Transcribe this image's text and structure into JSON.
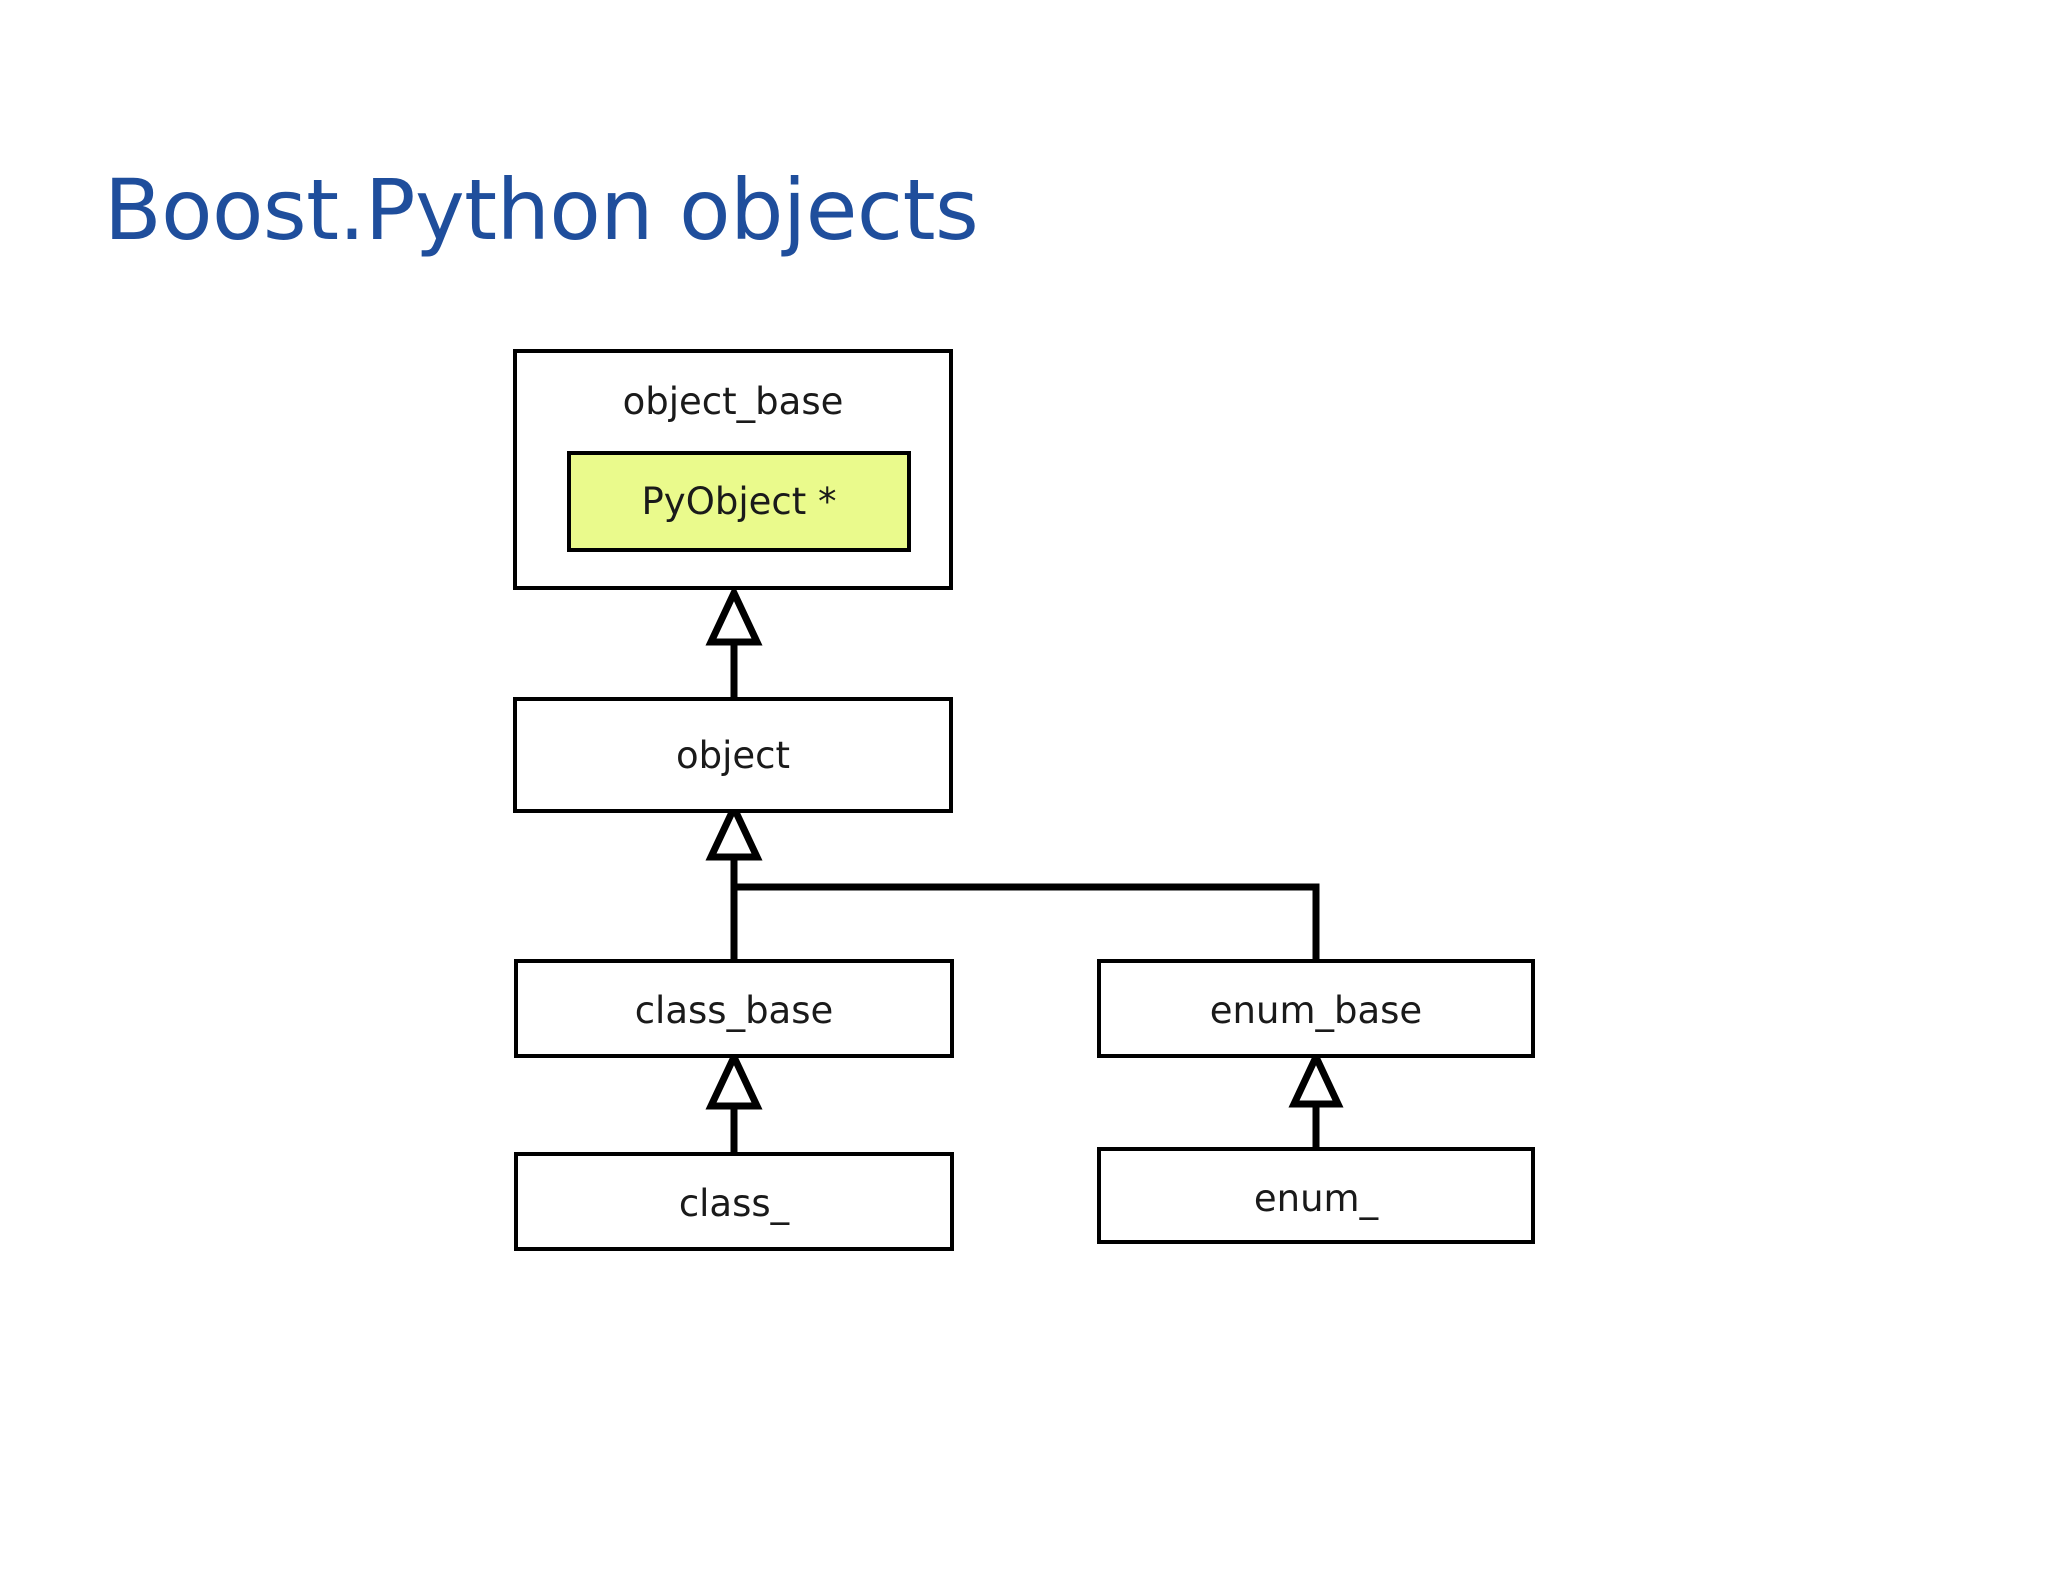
{
  "slide": {
    "title": "Boost.Python objects",
    "title_color": "#1f4e9c",
    "background_color": "#ffffff"
  },
  "diagram": {
    "kind": "uml-class-inheritance",
    "line_color": "#000000",
    "box_fill": "#ffffff",
    "highlight_fill": "#eafa8c",
    "classes": [
      {
        "id": "object_base",
        "label": "object_base",
        "members": [
          {
            "id": "pyobject_ptr",
            "label": "PyObject *",
            "highlight": true
          }
        ]
      },
      {
        "id": "object",
        "label": "object",
        "members": []
      },
      {
        "id": "class_base",
        "label": "class_base",
        "members": []
      },
      {
        "id": "enum_base",
        "label": "enum_base",
        "members": []
      },
      {
        "id": "class_",
        "label": "class_",
        "members": []
      },
      {
        "id": "enum_",
        "label": "enum_",
        "members": []
      }
    ],
    "generalizations": [
      {
        "from": "object",
        "to": "object_base"
      },
      {
        "from": "class_base",
        "to": "object"
      },
      {
        "from": "enum_base",
        "to": "object"
      },
      {
        "from": "class_",
        "to": "class_base"
      },
      {
        "from": "enum_",
        "to": "enum_base"
      }
    ]
  }
}
